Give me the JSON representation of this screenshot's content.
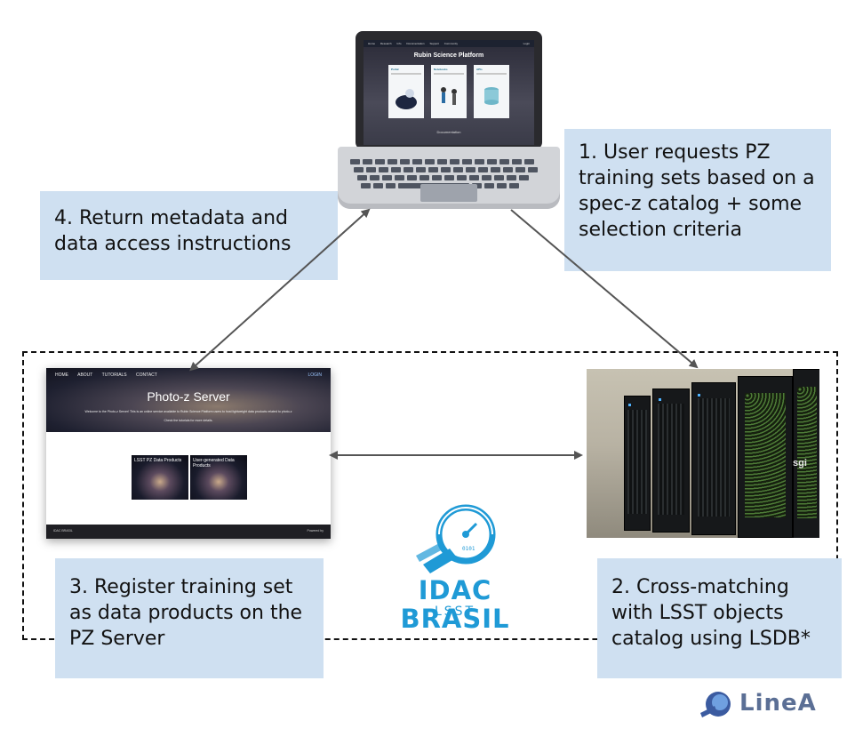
{
  "steps": {
    "step1": "1. User requests PZ training sets based on a spec-z catalog + some selection criteria",
    "step2": "2. Cross-matching with LSST objects catalog using LSDB*",
    "step3": "3. Register training set as data products on the PZ Server",
    "step4": "4. Return metadata and data access instructions"
  },
  "laptop_screen": {
    "nav_items": [
      "Home",
      "Research",
      "Info",
      "Documentation",
      "Support",
      "Community"
    ],
    "login": "Login",
    "title": "Rubin Science Platform",
    "cards": [
      "Portal",
      "Notebooks",
      "APIs"
    ],
    "documentation": "Documentation"
  },
  "pz_server": {
    "nav_items": [
      "HOME",
      "ABOUT",
      "TUTORIALS",
      "CONTACT"
    ],
    "login": "LOGIN",
    "title": "Photo-z Server",
    "welcome": "Welcome to the Photo-z Server! This is an online service available to Rubin Science Platform users to host lightweight data products related to photo-z",
    "tutorials_line": "Check the tutorials for more details.",
    "cards": [
      "LSST PZ Data Products",
      "User-generated Data Products"
    ],
    "footer_left": "IDAC BRASIL",
    "footer_right": "Powered by"
  },
  "server_photo": {
    "brand": "sgi"
  },
  "logos": {
    "idac_name": "IDAC BRASIL",
    "idac_sub": "LSST",
    "linea": "LineA"
  },
  "colors": {
    "note_bg": "#cfe0f1",
    "idac_blue": "#1f9ad6",
    "arrow": "#555555",
    "linea_blue": "#5b6f95"
  }
}
